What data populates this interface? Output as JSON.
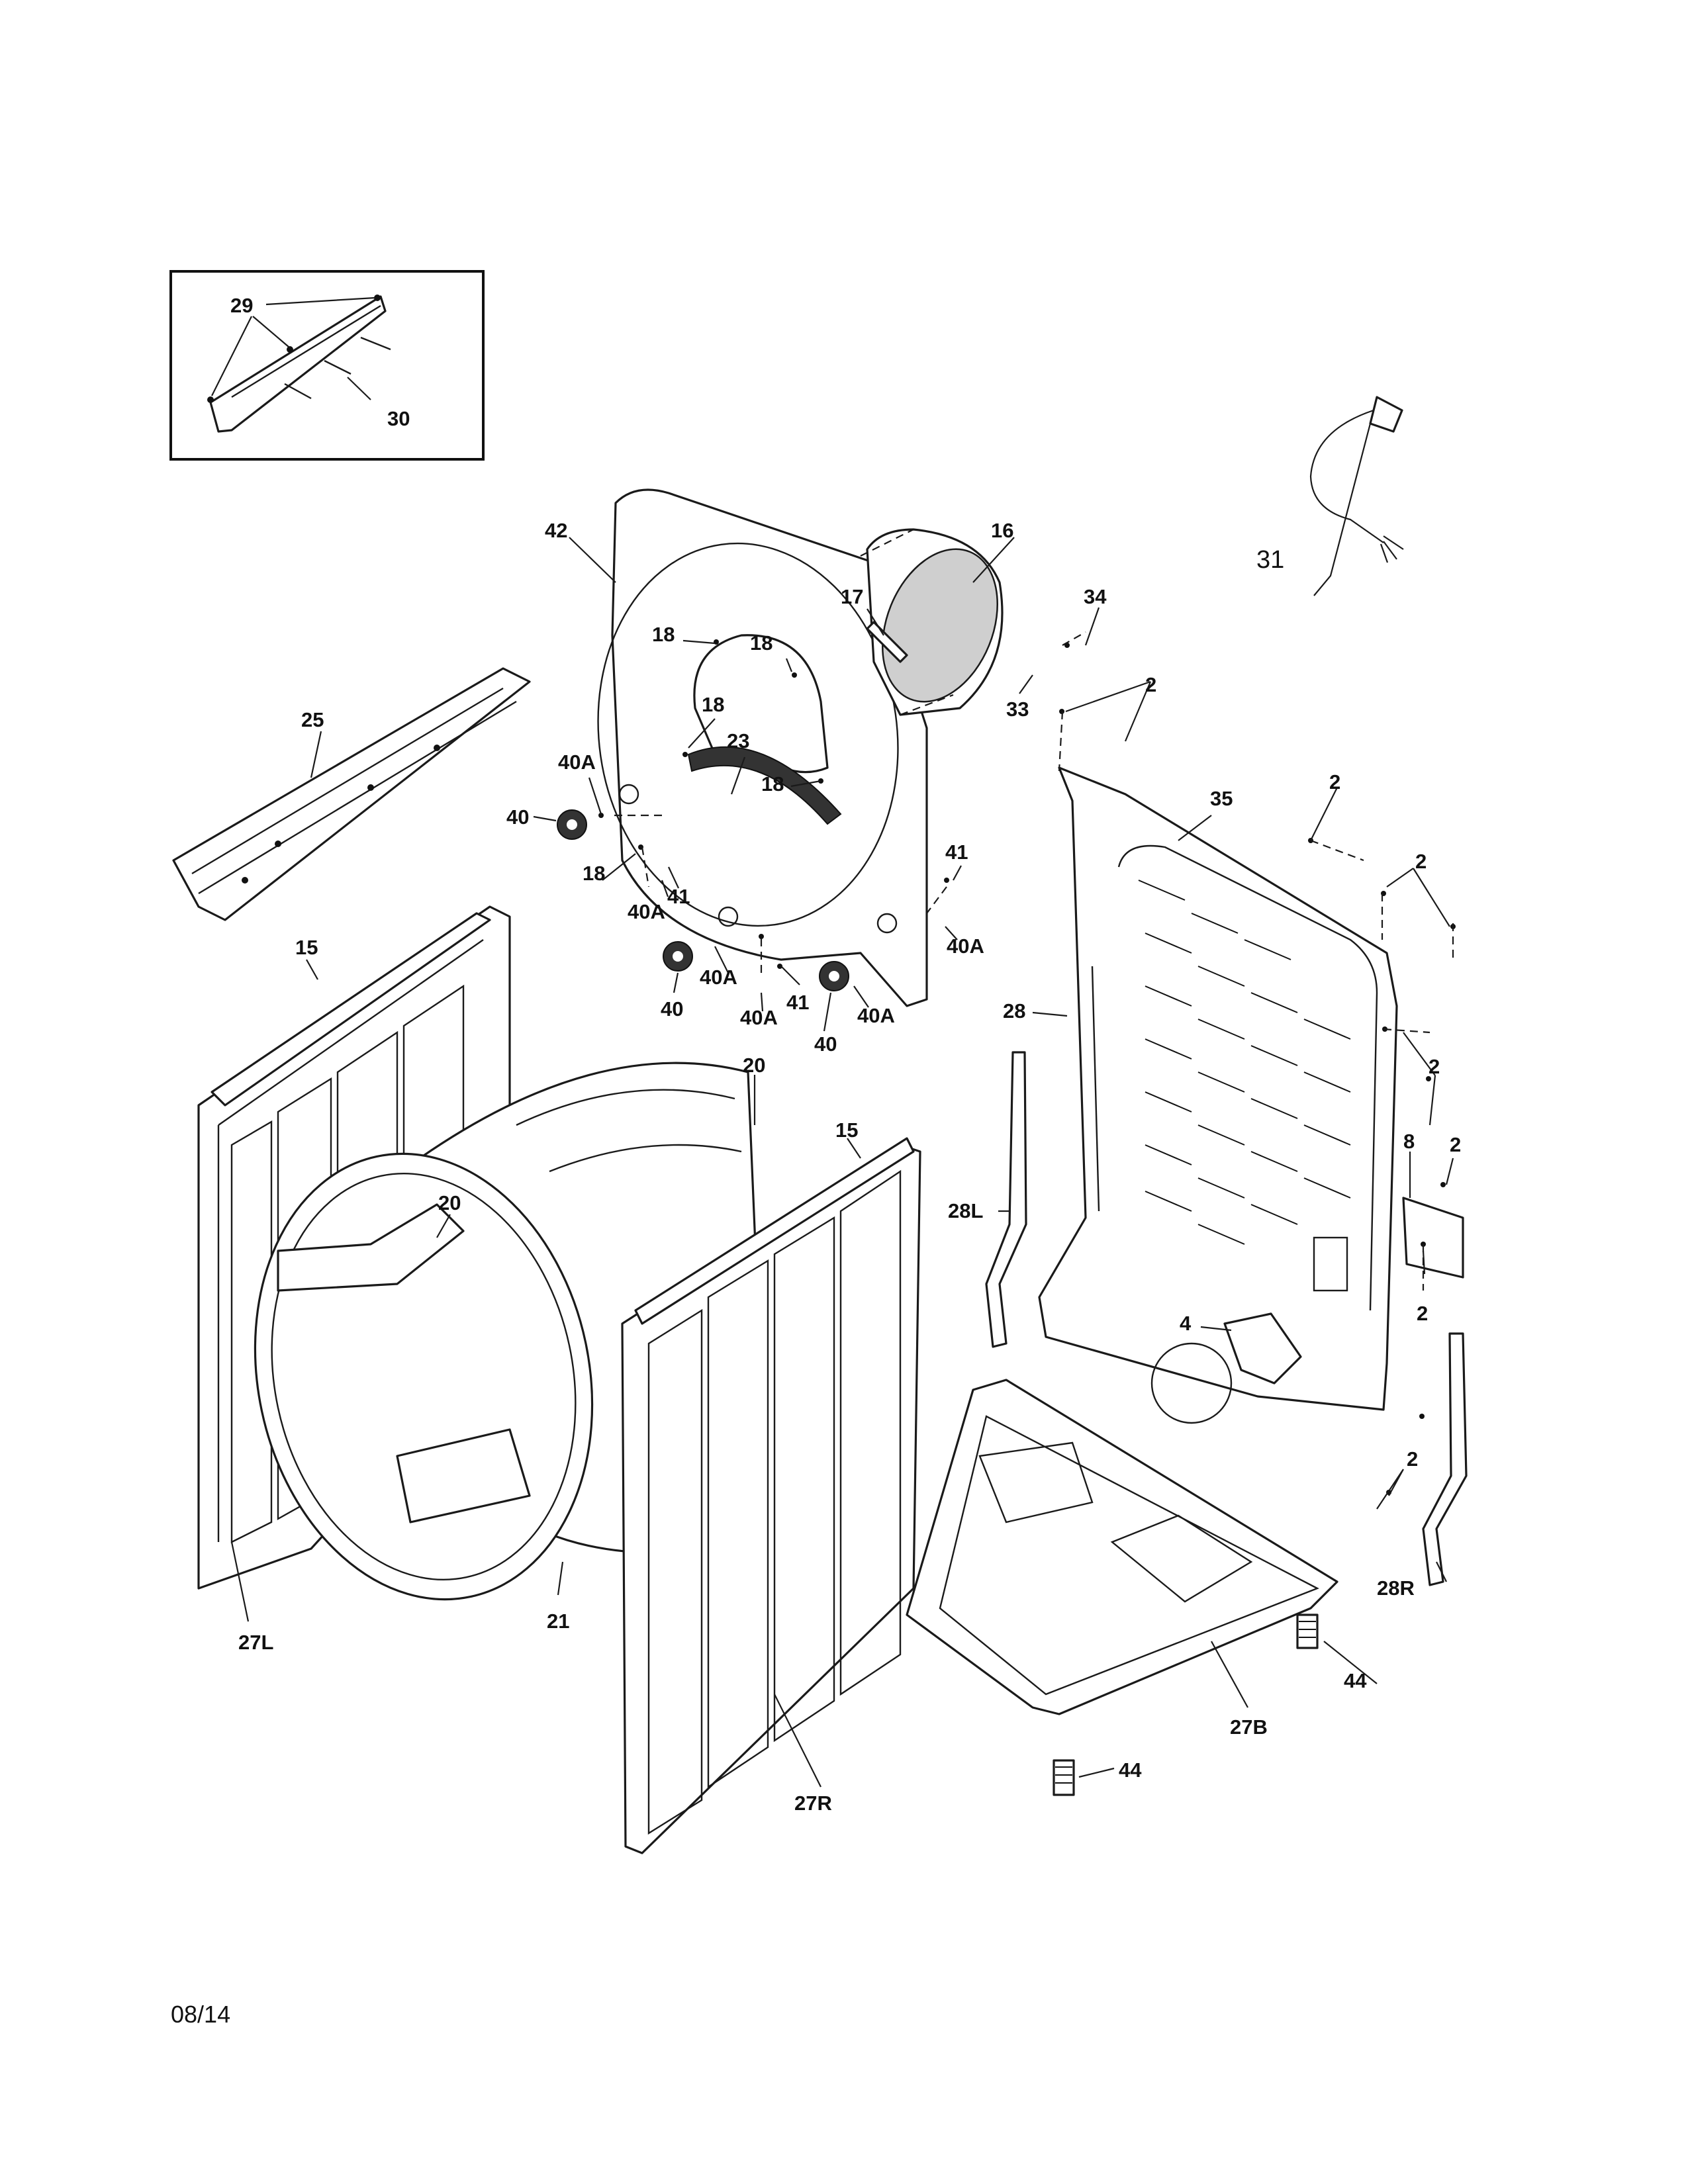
{
  "diagram": {
    "labels": {
      "l29": "29",
      "l30": "30",
      "l42": "42",
      "l16": "16",
      "l31": "31",
      "l17": "17",
      "l34": "34",
      "l18a": "18",
      "l18b": "18",
      "l18c": "18",
      "l18d": "18",
      "l18e": "18",
      "l33": "33",
      "l2a": "2",
      "l25": "25",
      "l23": "23",
      "l40Aa": "40A",
      "l40a": "40",
      "l35": "35",
      "l2b": "2",
      "l2c": "2",
      "l41a": "41",
      "l40Ab": "40A",
      "l41b": "41",
      "l40Ac": "40A",
      "l15a": "15",
      "l40b": "40",
      "l40Ad": "40A",
      "l41c": "41",
      "l40Ae": "40A",
      "l40c": "40",
      "l28": "28",
      "l2d": "2",
      "l20a": "20",
      "l15b": "15",
      "l8": "8",
      "l2e": "2",
      "l20b": "20",
      "l28L": "28L",
      "l2f": "2",
      "l4": "4",
      "l2g": "2",
      "l28R": "28R",
      "l27L": "27L",
      "l21": "21",
      "l44a": "44",
      "l27B": "27B",
      "l44b": "44",
      "l27R": "27R"
    },
    "date_code": "08/14"
  }
}
